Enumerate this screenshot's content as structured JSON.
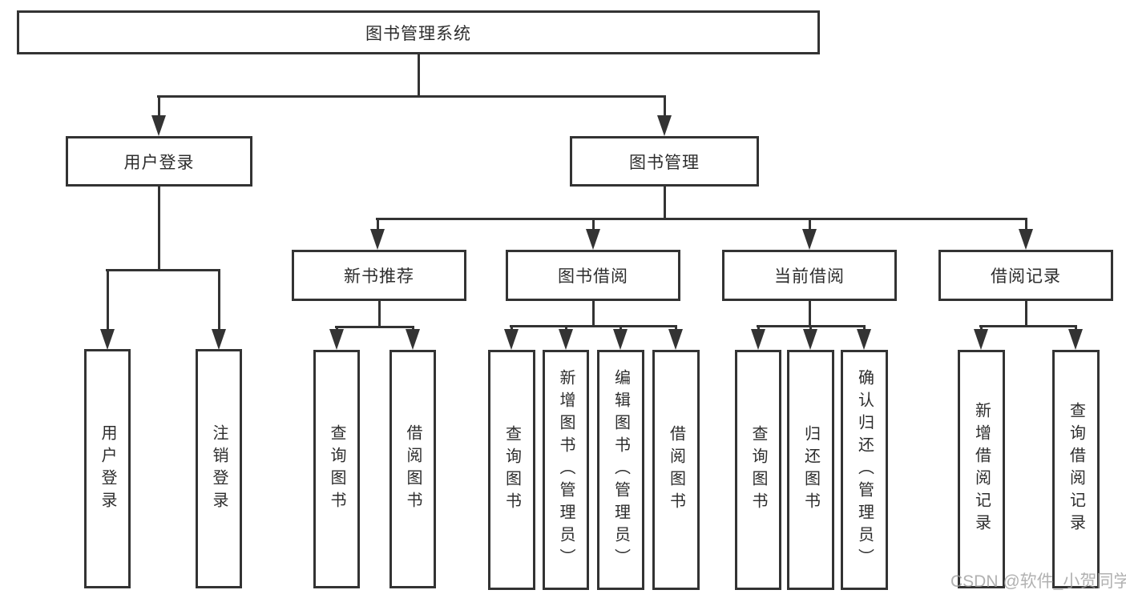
{
  "tree": {
    "label": "图书管理系统",
    "children": [
      {
        "label": "用户登录",
        "children": [
          "用户登录",
          "注销登录"
        ]
      },
      {
        "label": "图书管理",
        "children": [
          {
            "label": "新书推荐",
            "children": [
              "查询图书",
              "借阅图书"
            ]
          },
          {
            "label": "图书借阅",
            "children": [
              "查询图书",
              "新增图书（管理员）",
              "编辑图书（管理员）",
              "借阅图书"
            ]
          },
          {
            "label": "当前借阅",
            "children": [
              "查询图书",
              "归还图书",
              "确认归还（管理员）"
            ]
          },
          {
            "label": "借阅记录",
            "children": [
              "新增借阅记录",
              "查询借阅记录"
            ]
          }
        ]
      }
    ]
  },
  "watermark": {
    "text": "CSDN @软件_小贺同学"
  },
  "colors": {
    "line": "#333333",
    "text": "#2d2d2d",
    "background": "#ffffff",
    "watermark": "#9e9e9e"
  }
}
